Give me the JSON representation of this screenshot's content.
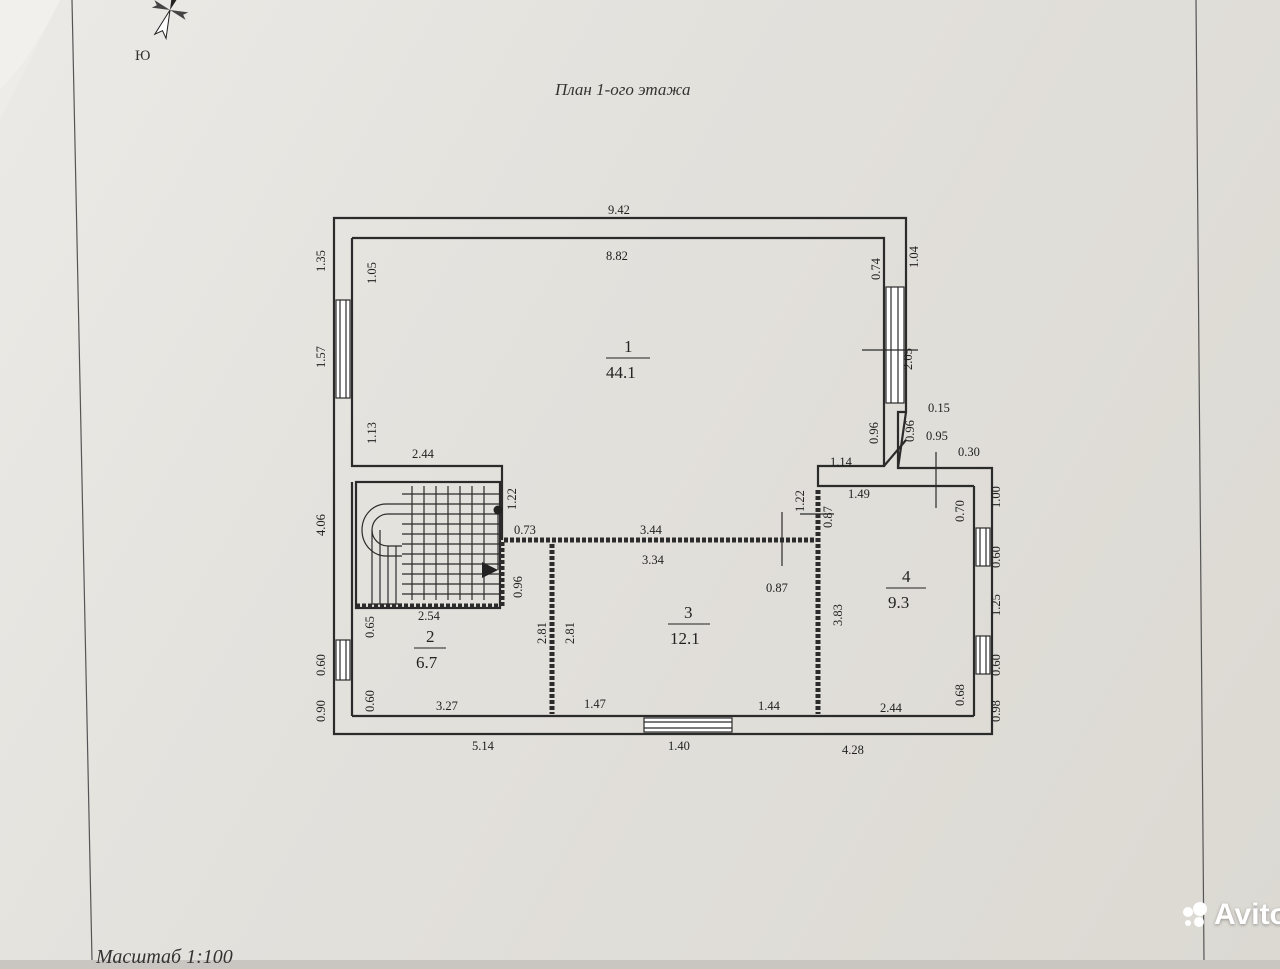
{
  "title": "План 1-ого этажа",
  "compass_label": "Ю",
  "scale_note": "Масштаб 1:100",
  "watermark": "Avito",
  "rooms": [
    {
      "number": "1",
      "area": "44.1"
    },
    {
      "number": "2",
      "area": "6.7"
    },
    {
      "number": "3",
      "area": "12.1"
    },
    {
      "number": "4",
      "area": "9.3"
    }
  ],
  "dimensions": {
    "top_outer": "9.42",
    "top_inner": "8.82",
    "left_1_35": "1.35",
    "left_1_57": "1.57",
    "left_4_06": "4.06",
    "left_0_60": "0.60",
    "left_0_90": "0.90",
    "li_1_05": "1.05",
    "li_1_13": "1.13",
    "li_0_65": "0.65",
    "li_0_60": "0.60",
    "right_1_04": "1.04",
    "right_2_05": "2.05",
    "ri_0_74": "0.74",
    "ri_0_96": "0.96",
    "d_0_15": "0.15",
    "d_0_96": "0.96",
    "d_0_95": "0.95",
    "d_0_30": "0.30",
    "d_2_44": "2.44",
    "d_1_14": "1.14",
    "d_1_22a": "1.22",
    "d_1_22b": "1.22",
    "d_1_49": "1.49",
    "d_0_73": "0.73",
    "d_3_44": "3.44",
    "d_3_34": "3.34",
    "d_0_87a": "0.87",
    "d_0_87b": "0.87",
    "d_0_96b": "0.96",
    "d_2_54": "2.54",
    "d_2_81a": "2.81",
    "d_2_81b": "2.81",
    "d_3_83": "3.83",
    "d_0_70": "0.70",
    "r4_1_00": "1.00",
    "r4_0_60a": "0.60",
    "r4_1_25": "1.25",
    "r4_0_60b": "0.60",
    "r4_0_98": "0.98",
    "r4_0_68": "0.68",
    "b_3_27": "3.27",
    "b_1_47": "1.47",
    "b_1_44": "1.44",
    "b_2_44": "2.44",
    "bo_5_14": "5.14",
    "bo_1_40": "1.40",
    "bo_4_28": "4.28"
  }
}
